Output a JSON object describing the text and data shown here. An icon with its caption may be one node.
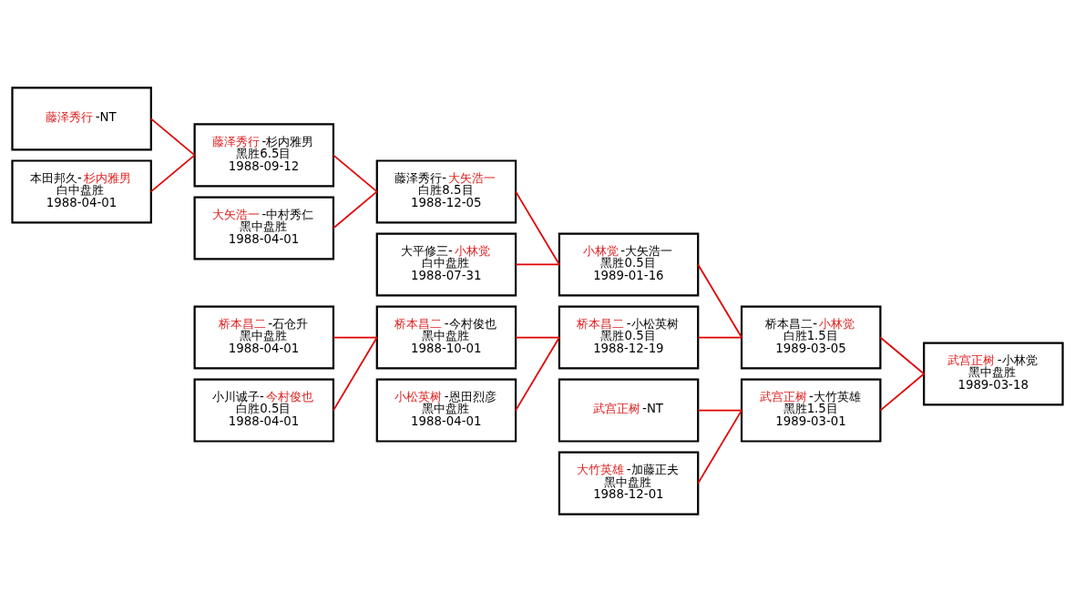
{
  "diagram": {
    "nodes": [
      {
        "text": [
          "藤泽秀行-NT"
        ]
      },
      {
        "text": [
          "本田邦久-杉内雅男",
          "白中盘胜",
          "1988-04-01"
        ]
      },
      {
        "text": [
          "大矢浩一-中村秀仁",
          "黑中盘胜",
          "1988-04-01"
        ]
      },
      {
        "text": [
          "藤泽秀行-杉内雅男",
          "黑胜6.5目",
          "1988-09-12"
        ]
      },
      {
        "text": [
          "桥本昌二-石仓升",
          "黑中盘胜",
          "1988-04-01"
        ]
      },
      {
        "text": [
          "小川诚子-今村俊也",
          "白胜0.5目",
          "1988-04-01"
        ]
      },
      {
        "text": [
          "大平修三-小林觉",
          "白中盘胜",
          "1988-07-31"
        ]
      },
      {
        "text": [
          "藤泽秀行-大矢浩一",
          "白胜8.5目",
          "1988-12-05"
        ]
      },
      {
        "text": [
          "桥本昌二-今村俊也",
          "黑中盘胜",
          "1988-10-01"
        ]
      },
      {
        "text": [
          "小松英树-恩田烈彦",
          "黑中盘胜",
          "1988-04-01"
        ]
      },
      {
        "text": [
          "武宫正树-NT"
        ]
      },
      {
        "text": [
          "大竹英雄-加藤正夫",
          "黑中盘胜",
          "1988-12-01"
        ]
      },
      {
        "text": [
          "小林觉-大矢浩一",
          "黑胜0.5目",
          "1989-01-16"
        ]
      },
      {
        "text": [
          "桥本昌二-小松英树",
          "黑胜0.5目",
          "1988-12-19"
        ]
      },
      {
        "text": [
          "武宫正树-大竹英雄",
          "黑胜1.5目",
          "1989-03-01"
        ]
      },
      {
        "text": [
          "桥本昌二-小林觉",
          "白胜1.5目",
          "1989-03-05"
        ]
      },
      {
        "text": [
          "武宫正树-小林觉",
          "黑中盘胜",
          "1989-03-18"
        ]
      }
    ],
    "edges": [
      {
        "from": 10,
        "to": 14,
        "arrow": "none"
      },
      {
        "from": 11,
        "to": 14,
        "arrow": "none"
      },
      {
        "from": 6,
        "to": 12,
        "arrow": "none"
      },
      {
        "from": 2,
        "to": 7,
        "arrow": "none"
      },
      {
        "from": 0,
        "to": 3,
        "arrow": "none"
      },
      {
        "from": 1,
        "to": 3,
        "arrow": "none"
      },
      {
        "from": 3,
        "to": 7,
        "arrow": "none"
      },
      {
        "from": 7,
        "to": 12,
        "arrow": "none"
      },
      {
        "from": 12,
        "to": 15,
        "arrow": "none"
      },
      {
        "from": 14,
        "to": 16,
        "arrow": "none"
      },
      {
        "from": 15,
        "to": 16,
        "arrow": "none"
      },
      {
        "from": 4,
        "to": 8,
        "arrow": "none"
      },
      {
        "from": 5,
        "to": 8,
        "arrow": "none"
      },
      {
        "from": 8,
        "to": 13,
        "arrow": "none"
      },
      {
        "from": 9,
        "to": 13,
        "arrow": "none"
      },
      {
        "from": 13,
        "to": 15,
        "arrow": "none"
      }
    ]
  }
}
